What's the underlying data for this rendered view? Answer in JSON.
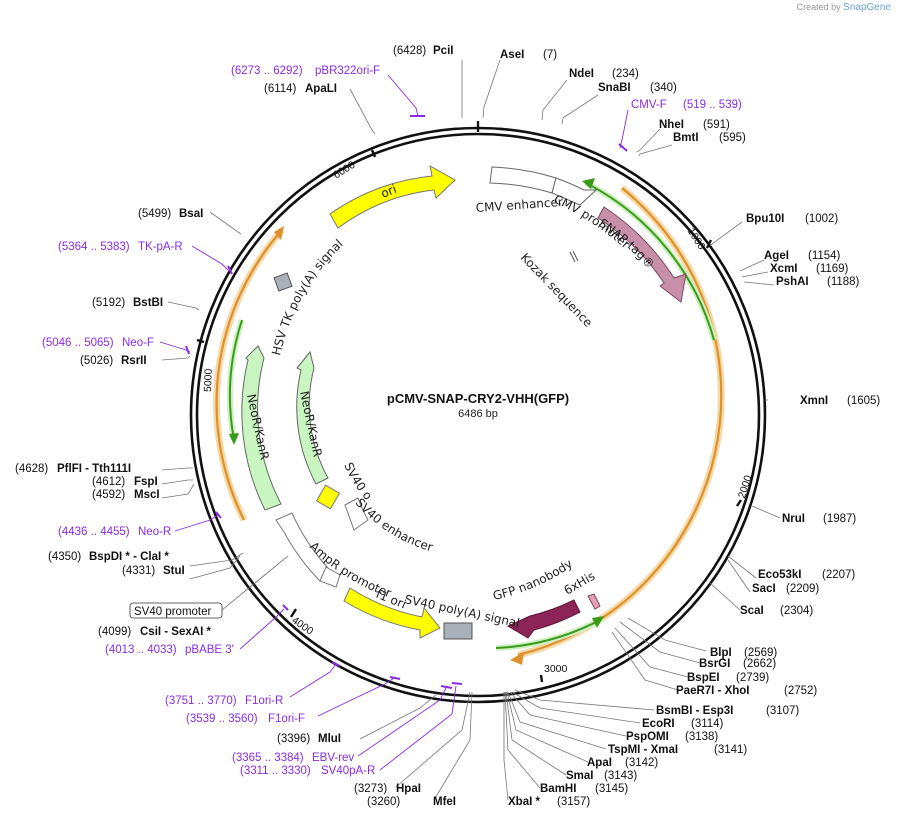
{
  "credit": {
    "prefix": "Created by",
    "brand": "SnapGene"
  },
  "plasmid": {
    "name": "pCMV-SNAP-CRY2-VHH(GFP)",
    "length": "6486 bp"
  },
  "ticks": [
    "1000",
    "2000",
    "3000",
    "4000",
    "5000",
    "6000"
  ],
  "enzymes": [
    {
      "name": "PciI",
      "pos": "(6428)"
    },
    {
      "name": "AseI",
      "pos": "(7)"
    },
    {
      "name": "NdeI",
      "pos": "(234)"
    },
    {
      "name": "SnaBI",
      "pos": "(340)"
    },
    {
      "name": "NheI",
      "pos": "(591)"
    },
    {
      "name": "BmtI",
      "pos": "(595)"
    },
    {
      "name": "Bpu10I",
      "pos": "(1002)"
    },
    {
      "name": "AgeI",
      "pos": "(1154)"
    },
    {
      "name": "XcmI",
      "pos": "(1169)"
    },
    {
      "name": "PshAI",
      "pos": "(1188)"
    },
    {
      "name": "XmnI",
      "pos": "(1605)"
    },
    {
      "name": "NruI",
      "pos": "(1987)"
    },
    {
      "name": "Eco53kI",
      "pos": "(2207)"
    },
    {
      "name": "SacI",
      "pos": "(2209)"
    },
    {
      "name": "ScaI",
      "pos": "(2304)"
    },
    {
      "name": "BlpI",
      "pos": "(2569)"
    },
    {
      "name": "BsrGI",
      "pos": "(2662)"
    },
    {
      "name": "BspEI",
      "pos": "(2739)"
    },
    {
      "name": "PaeR7I - XhoI",
      "pos": "(2752)"
    },
    {
      "name": "BsmBI - Esp3I",
      "pos": "(3107)"
    },
    {
      "name": "EcoRI",
      "pos": "(3114)"
    },
    {
      "name": "PspOMI",
      "pos": "(3138)"
    },
    {
      "name": "TspMI - XmaI",
      "pos": "(3141)"
    },
    {
      "name": "ApaI",
      "pos": "(3142)"
    },
    {
      "name": "SmaI",
      "pos": "(3143)"
    },
    {
      "name": "BamHI",
      "pos": "(3145)"
    },
    {
      "name": "XbaI *",
      "pos": "(3157)"
    },
    {
      "name": "MfeI",
      "pos": "(3260)"
    },
    {
      "name": "HpaI",
      "pos": "(3273)"
    },
    {
      "name": "MluI",
      "pos": "(3396)"
    },
    {
      "name": "CsiI - SexAI *",
      "pos": "(4099)"
    },
    {
      "name": "StuI",
      "pos": "(4331)"
    },
    {
      "name": "BspDI * - ClaI *",
      "pos": "(4350)"
    },
    {
      "name": "MscI",
      "pos": "(4592)"
    },
    {
      "name": "FspI",
      "pos": "(4612)"
    },
    {
      "name": "PflFI - Tth111I",
      "pos": "(4628)"
    },
    {
      "name": "RsrII",
      "pos": "(5026)"
    },
    {
      "name": "BstBI",
      "pos": "(5192)"
    },
    {
      "name": "BsaI",
      "pos": "(5499)"
    },
    {
      "name": "ApaLI",
      "pos": "(6114)"
    }
  ],
  "primers": [
    {
      "name": "pBR322ori-F",
      "pos": "(6273 .. 6292)"
    },
    {
      "name": "CMV-F",
      "pos": "(519 .. 539)"
    },
    {
      "name": "TK-pA-R",
      "pos": "(5364 .. 5383)"
    },
    {
      "name": "Neo-F",
      "pos": "(5046 .. 5065)"
    },
    {
      "name": "Neo-R",
      "pos": "(4436 .. 4455)"
    },
    {
      "name": "pBABE 3'",
      "pos": "(4013 .. 4033)"
    },
    {
      "name": "F1ori-R",
      "pos": "(3751 .. 3770)"
    },
    {
      "name": "F1ori-F",
      "pos": "(3539 .. 3560)"
    },
    {
      "name": "EBV-rev",
      "pos": "(3365 .. 3384)"
    },
    {
      "name": "SV40pA-R",
      "pos": "(3311 .. 3330)"
    }
  ],
  "features": {
    "cmv_enhancer": "CMV enhancer",
    "cmv_promoter": "CMV promoter",
    "kozak": "Kozak sequence",
    "snap_tag": "SNAP-tag®",
    "gfp_nanobody": "GFP nanobody",
    "his6": "6xHis",
    "sv40_polya": "SV40 poly(A) signal",
    "f1_ori": "f1 ori",
    "ampr_promoter": "AmpR promoter",
    "sv40_promoter": "SV40 promoter",
    "sv40_ori": "SV40 ori",
    "sv40_enhancer": "SV40 enhancer",
    "neor_inner": "NeoR/KanR",
    "neor_outer": "NeoR/KanR",
    "hsv_tk_polya": "HSV TK poly(A) signal",
    "ori": "ori"
  },
  "colors": {
    "backbone": "#111111",
    "primer": "#8a2be2",
    "orf_orange": "#e69b2e",
    "orf_green": "#3a9a1a",
    "ori_yellow": "#ffff00",
    "snap_pink": "#c88fa8",
    "nanobody_purple": "#8c2458",
    "neo_green": "#c8f5c0",
    "polya_gray": "#a9b0b8",
    "his_pink": "#e8a0b8"
  }
}
